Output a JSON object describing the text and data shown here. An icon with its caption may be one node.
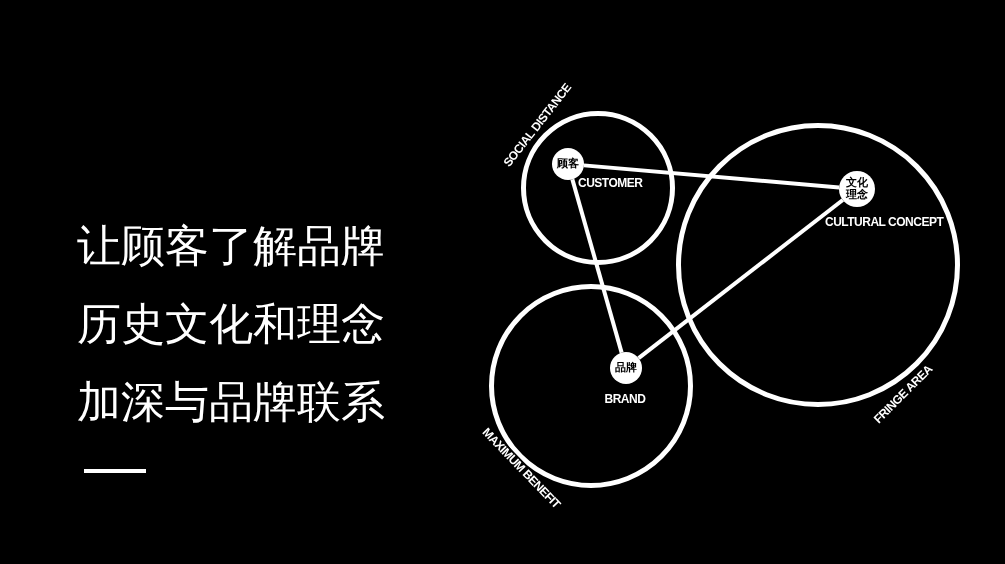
{
  "diagram": {
    "title": "让顾客了解品牌历史文化和理念加深与品牌联系",
    "nodes": [
      {
        "text": [
          "SOCIAL DISTANCE",
          "CUSTOMER"
        ]
      },
      {
        "text": [
          "顾客"
        ],
        "in": 0
      },
      {
        "text": [
          "FRINGE AREA",
          "CULTURAL CONCEPT"
        ]
      },
      {
        "text": [
          "文化理念"
        ],
        "in": 2
      },
      {
        "text": [
          "MAXIMUM BENEFIT",
          "BRAND"
        ]
      },
      {
        "text": [
          "品牌"
        ],
        "in": 4
      }
    ],
    "edges": [
      {
        "from": 1,
        "to": 3,
        "arrow": "none"
      },
      {
        "from": 3,
        "to": 5,
        "arrow": "none"
      },
      {
        "from": 1,
        "to": 5,
        "arrow": "none"
      }
    ]
  }
}
